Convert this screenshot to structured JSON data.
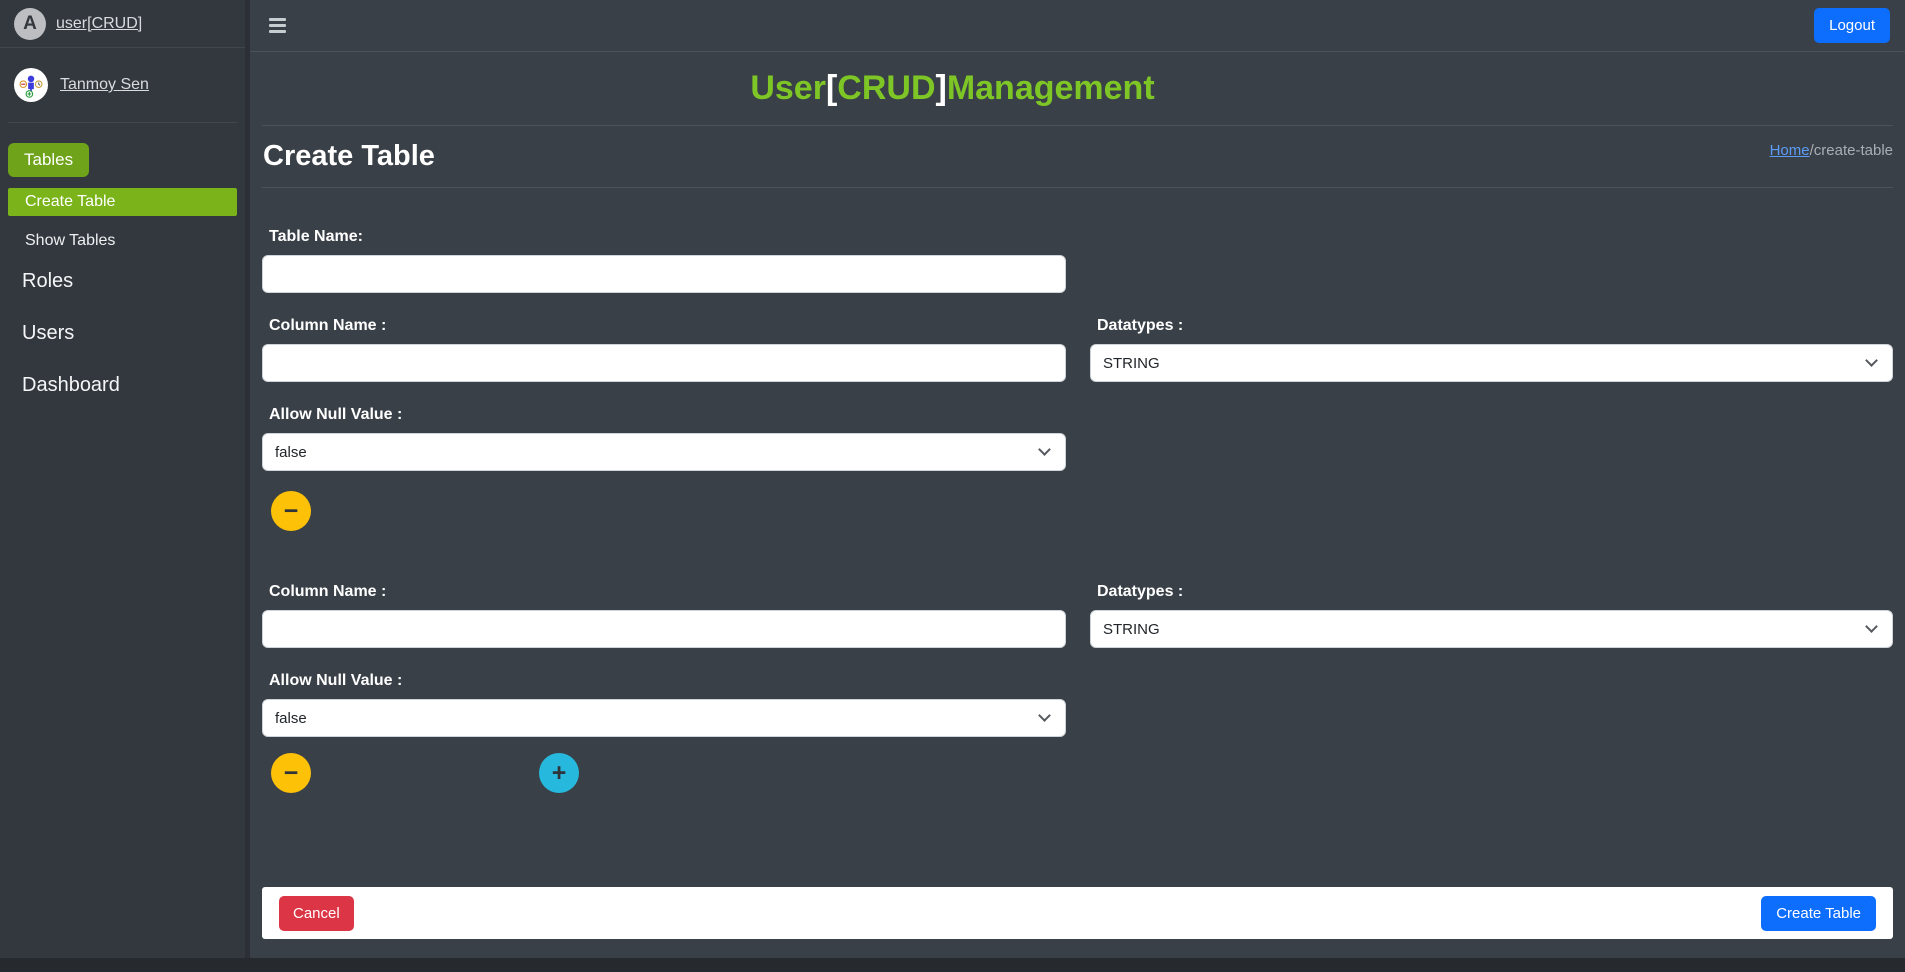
{
  "colors": {
    "accent_green": "#7ec626",
    "sidebar_button_green": "#6fa319",
    "active_item_green": "#7ab31a",
    "primary_blue": "#0d6efd",
    "danger_red": "#dc3545",
    "warning_amber": "#fdc107",
    "info_cyan": "#27b9dd"
  },
  "icons": {
    "logo_letter": "A",
    "minus_glyph": "−",
    "plus_glyph": "+"
  },
  "sidebar": {
    "brand": "user[CRUD]",
    "user_name": "Tanmoy Sen",
    "tables_button": "Tables",
    "items": [
      {
        "label": "Create Table"
      },
      {
        "label": "Show Tables"
      }
    ],
    "links": [
      {
        "label": "Roles"
      },
      {
        "label": "Users"
      },
      {
        "label": "Dashboard"
      }
    ]
  },
  "topbar": {
    "logout": "Logout"
  },
  "banner": {
    "title_user": "User",
    "bracket_open": "[",
    "title_crud": "CRUD",
    "bracket_close": "]",
    "title_management": "Management"
  },
  "page": {
    "heading": "Create Table",
    "breadcrumb_home": "Home",
    "breadcrumb_sep": "/",
    "breadcrumb_current": "create-table"
  },
  "form": {
    "table_name": {
      "label": "Table Name:",
      "value": ""
    },
    "columns": [
      {
        "name_label": "Column Name :",
        "name_value": "",
        "datatype_label": "Datatypes :",
        "datatype_value": "STRING",
        "null_label": "Allow Null Value :",
        "null_value": "false"
      },
      {
        "name_label": "Column Name :",
        "name_value": "",
        "datatype_label": "Datatypes :",
        "datatype_value": "STRING",
        "null_label": "Allow Null Value :",
        "null_value": "false"
      }
    ]
  },
  "footer": {
    "cancel": "Cancel",
    "submit": "Create Table"
  }
}
